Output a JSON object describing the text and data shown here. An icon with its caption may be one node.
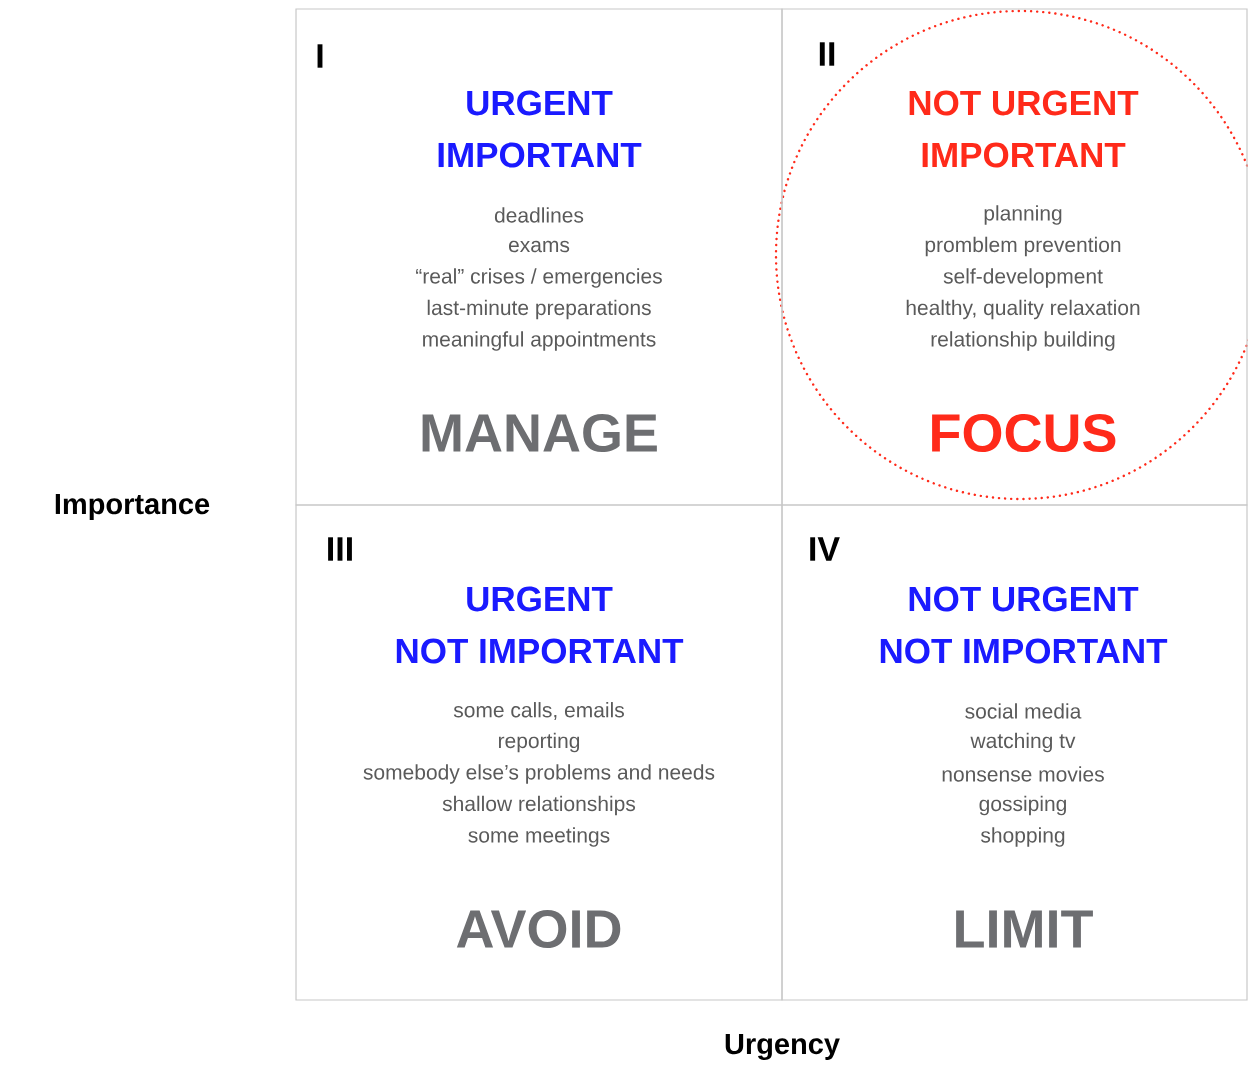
{
  "diagram": {
    "nodes": [
      {
        "text": [
          "I",
          "URGENT",
          "IMPORTANT",
          "deadlines",
          "exams",
          "“real” crises / emergencies",
          "last-minute preparations",
          "meaningful appointments",
          "MANAGE"
        ]
      },
      {
        "text": [
          "II",
          "NOT URGENT",
          "IMPORTANT",
          "planning",
          "promblem prevention",
          "self-development",
          "healthy, quality relaxation",
          "relationship building",
          "FOCUS"
        ]
      },
      {
        "text": [
          "III",
          "URGENT",
          "NOT IMPORTANT",
          "some calls, emails",
          "reporting",
          "somebody else’s problems and needs",
          "shallow relationships",
          "some meetings",
          "AVOID"
        ]
      },
      {
        "text": [
          "IV",
          "NOT URGENT",
          "NOT IMPORTANT",
          "social media",
          "watching tv",
          "nonsense movies",
          "gossiping",
          "shopping",
          "LIMIT"
        ]
      }
    ],
    "labels": [
      "Importance",
      "Urgency"
    ]
  }
}
